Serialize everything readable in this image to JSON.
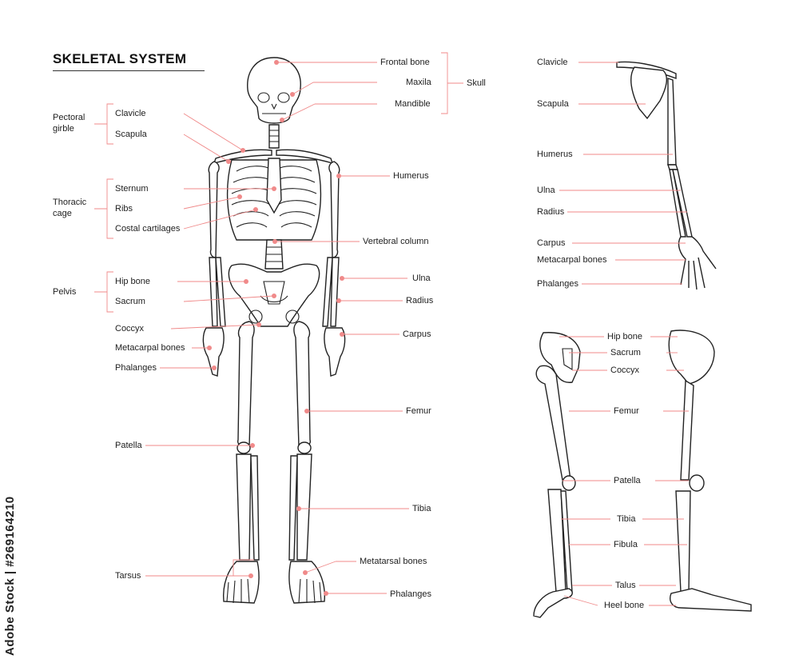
{
  "title": "SKELETAL SYSTEM",
  "watermark": "Adobe Stock | #269164210",
  "colors": {
    "leader": "#f08a8a",
    "bone_outline": "#222222"
  },
  "main_figure": {
    "skull_group": "Skull",
    "skull_parts": [
      "Frontal bone",
      "Maxila",
      "Mandible"
    ],
    "pectoral_group": "Pectoral girble",
    "pectoral_parts": [
      "Clavicle",
      "Scapula"
    ],
    "thoracic_group": "Thoracic cage",
    "thoracic_parts": [
      "Sternum",
      "Ribs",
      "Costal cartilages"
    ],
    "pelvis_group": "Pelvis",
    "pelvis_parts": [
      "Hip bone",
      "Sacrum"
    ],
    "left_labels": [
      "Coccyx",
      "Metacarpal bones",
      "Phalanges",
      "Patella",
      "Tarsus"
    ],
    "right_labels": [
      "Humerus",
      "Vertebral column",
      "Ulna",
      "Radius",
      "Carpus",
      "Femur",
      "Tibia",
      "Metatarsal bones",
      "Phalanges"
    ]
  },
  "arm_figure": {
    "labels": [
      "Clavicle",
      "Scapula",
      "Humerus",
      "Ulna",
      "Radius",
      "Carpus",
      "Metacarpal bones",
      "Phalanges"
    ]
  },
  "leg_figure": {
    "labels": [
      "Hip bone",
      "Sacrum",
      "Coccyx",
      "Femur",
      "Patella",
      "Tibia",
      "Fibula",
      "Talus",
      "Heel bone"
    ]
  }
}
